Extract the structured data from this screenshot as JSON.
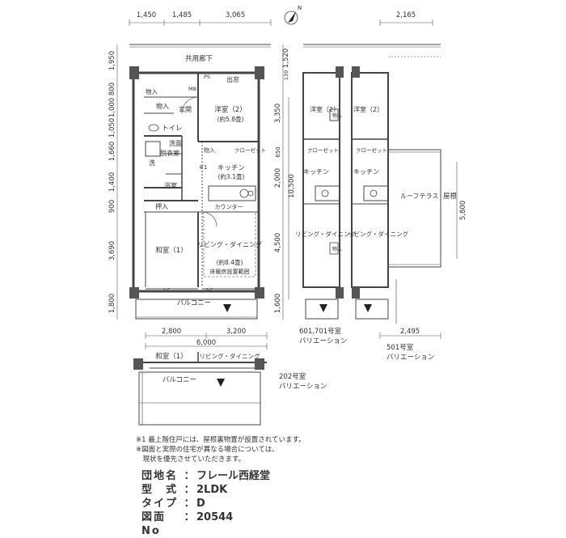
{
  "dims_top": [
    "1,450",
    "1,485",
    "3,065"
  ],
  "dims_top_right": "2,165",
  "dims_left": [
    "1,950",
    "800",
    "1,000",
    "1,050",
    "1,660",
    "1,400",
    "900",
    "3,690",
    "1,800"
  ],
  "dims_right_small": [
    "1,520",
    "130"
  ],
  "dims_right": [
    "3,350",
    "650",
    "2,000",
    "4,500",
    "1,600"
  ],
  "dim_total_height": "10,500",
  "dim_roof_height": "5,800",
  "dims_bottom": [
    "2,800",
    "3,200"
  ],
  "dim_total_width": "6,000",
  "dim_roof_width": "2,495",
  "labels": {
    "corridor": "共用廊下",
    "bay": "出窓",
    "storage1": "物入",
    "storage2": "物入",
    "storage3": "物入",
    "entrance": "玄関",
    "mb": "MB",
    "ps": "PS",
    "toilet": "トイレ",
    "wash": "洗面",
    "dressing": "脱衣室",
    "washer": "洗",
    "bath": "浴室",
    "closet_push": "押入",
    "western_room": "洋室（2）",
    "western_size": "(約5.8畳)",
    "closet": "クローゼット",
    "kitchen": "キッチン",
    "kitchen_size": "(約3.1畳)",
    "note_mark": "※1",
    "counter": "カウンター",
    "japanese_room": "和室（1）",
    "living": "リビング・ダイニング",
    "living_size": "(約8.4畳)",
    "floor_heating": "床暖房設置範囲",
    "ac1": "A.C",
    "ac2": "A.C",
    "balcony": "バルコニー",
    "variant1_western": "洋室（2）",
    "variant1_closet": "クローゼット",
    "variant1_kitchen": "キッチン",
    "variant1_living": "リビング・ダイニング",
    "variant1_storage": "物入",
    "variant1_storage2": "物入",
    "variant1_caption": "601,701号室",
    "variant1_caption2": "バリエーション",
    "variant2_western": "洋室（2）",
    "variant2_closet": "クローゼット",
    "variant2_kitchen": "キッチン",
    "variant2_living": "リビング・ダイニング",
    "variant2_roof_terrace": "ルーフテラス",
    "variant2_roof": "屋根",
    "variant2_caption": "501号室",
    "variant2_caption2": "バリエーション",
    "variant3_japanese": "和室（1）",
    "variant3_living": "リビング・ダイニング",
    "variant3_balcony": "バルコニー",
    "variant3_caption": "202号室",
    "variant3_caption2": "バリエーション",
    "north": "N"
  },
  "notes": [
    "※1 最上階住戸には、屋根裏物置が設置されています。",
    "※図面と実際の住宅が異なる場合については、",
    "　現状を優先させていただきます。"
  ],
  "info": {
    "name_label": "団地名",
    "name_value": "フレール西経堂",
    "type_label": "型　式",
    "type_value": "2LDK",
    "kind_label": "タイプ",
    "kind_value": "D",
    "no_label": "図面No",
    "no_value": "20544",
    "separator": "："
  }
}
